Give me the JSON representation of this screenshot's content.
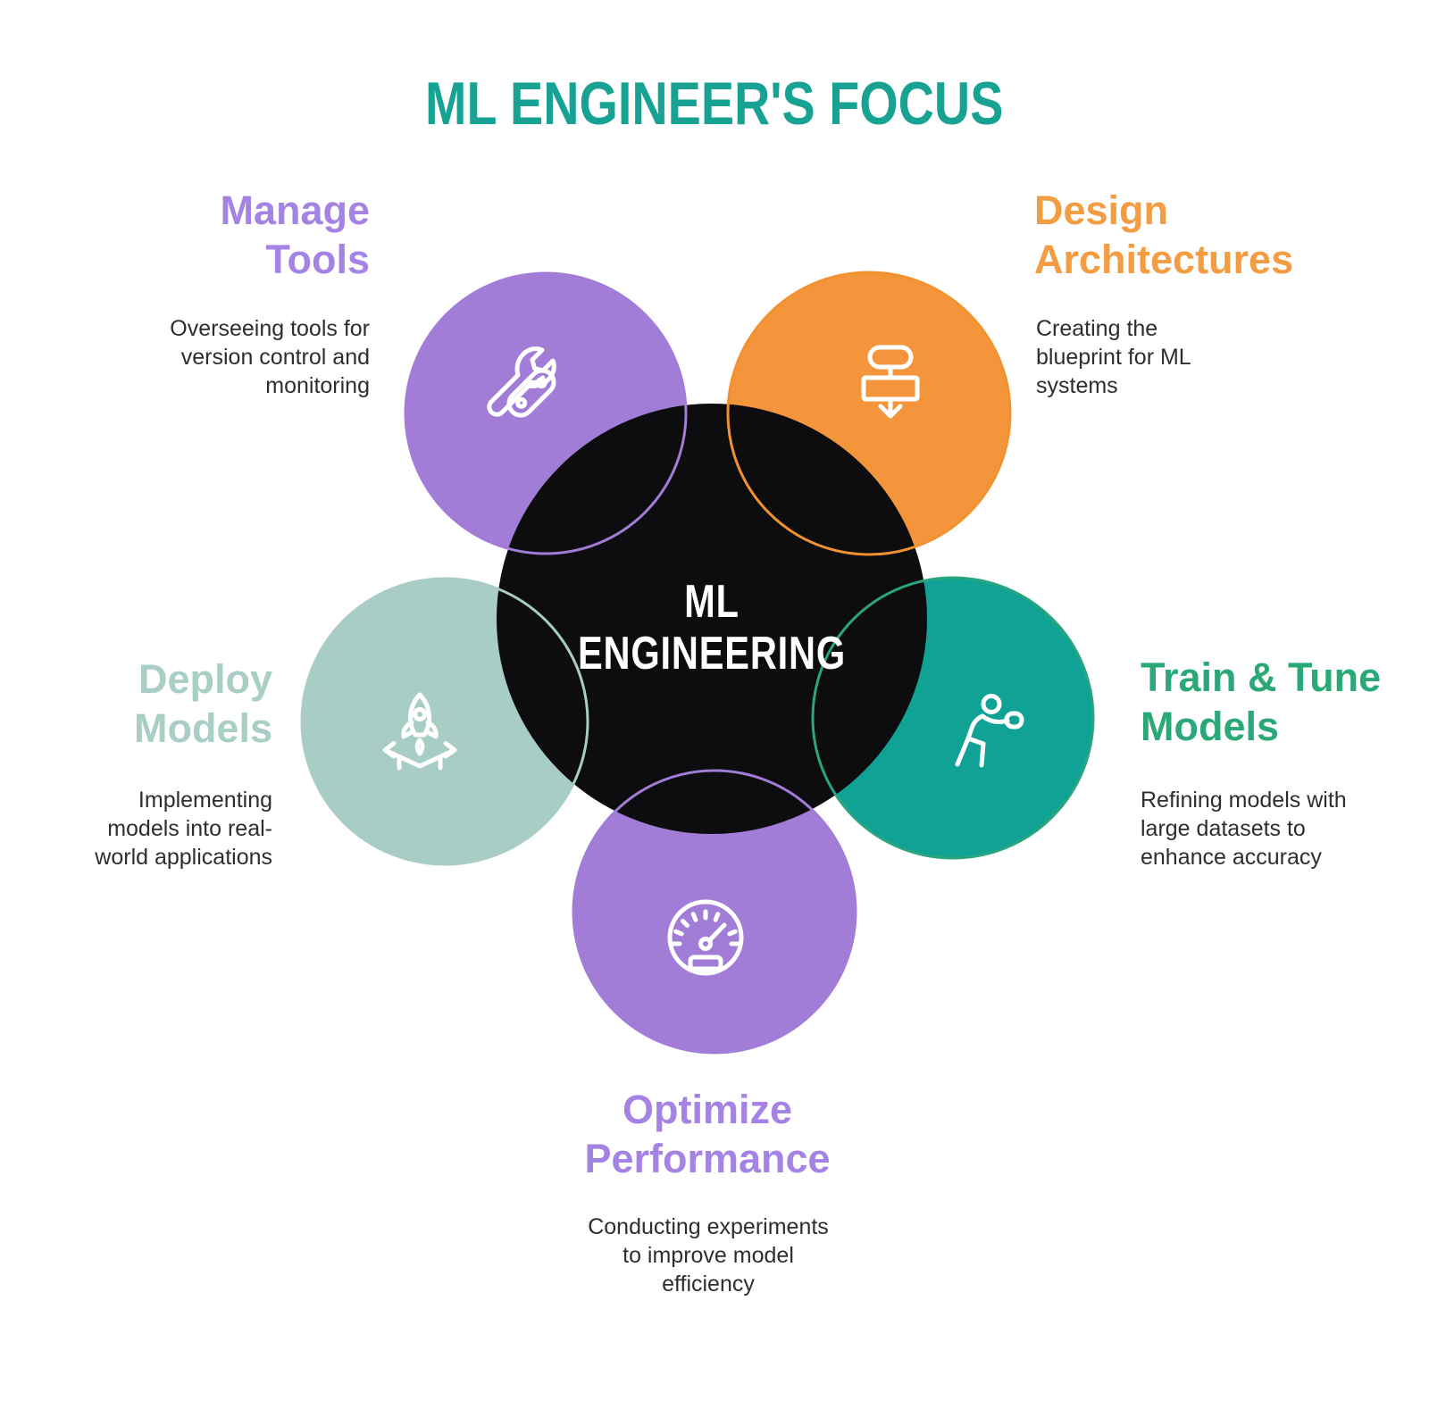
{
  "background_color": "#FFFFFF",
  "title": {
    "text": "ML ENGINEER'S FOCUS",
    "color": "#18A294"
  },
  "center": {
    "line1": "ML",
    "line2": "ENGINEERING",
    "circle_color": "#0D0C0E",
    "text_color": "#FFFFFF"
  },
  "icon_color": "#FFFFFF",
  "body_text_color": "#2E2E2E",
  "nodes": [
    {
      "id": "manage-tools",
      "title": "Manage Tools",
      "description": "Overseeing tools for version control and monitoring",
      "title_color": "#A583E4",
      "circle_color": "#A27DD8",
      "stroke_color": "#A27DD8",
      "icon": "tools-icon"
    },
    {
      "id": "design-architectures",
      "title": "Design Architectures",
      "description": "Creating the blueprint for ML systems",
      "title_color": "#F39C42",
      "circle_color": "#F4953B",
      "stroke_color": "#F2922F",
      "icon": "flowchart-icon"
    },
    {
      "id": "train-tune-models",
      "title": "Train & Tune Models",
      "description": "Refining models with large datasets to enhance accuracy",
      "title_color": "#2BA878",
      "circle_color": "#0FA295",
      "stroke_color": "#2AA57F",
      "icon": "boxing-icon"
    },
    {
      "id": "optimize-performance",
      "title": "Optimize Performance",
      "description": "Conducting experiments to improve model efficiency",
      "title_color": "#A583E4",
      "circle_color": "#A27DD8",
      "stroke_color": "#A27DD8",
      "icon": "gauge-icon"
    },
    {
      "id": "deploy-models",
      "title": "Deploy Models",
      "description": "Implementing models into real-world applications",
      "title_color": "#A8CEC6",
      "circle_color": "#A8CDC5",
      "stroke_color": "#A8CDC5",
      "icon": "rocket-launch-icon"
    }
  ]
}
